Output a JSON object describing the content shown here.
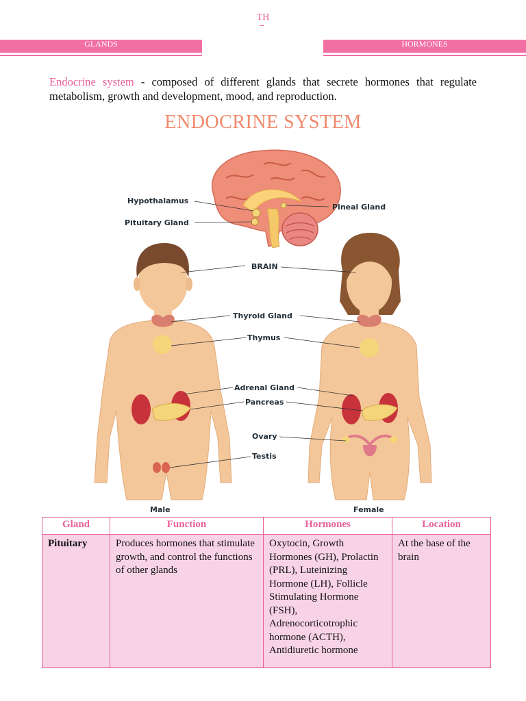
{
  "header": {
    "title_fragment": "TH",
    "left_tab": "GLANDS",
    "right_tab": "HORMONES"
  },
  "intro": {
    "term": "Endocrine system",
    "definition": " - composed of different glands that secrete hormones that regulate metabolism, growth and development, mood, and reproduction."
  },
  "heading": "ENDOCRINE SYSTEM",
  "diagram": {
    "labels": {
      "hypothalamus": "Hypothalamus",
      "pituitary": "Pituitary Gland",
      "pineal": "Pineal Gland",
      "brain": "BRAIN",
      "thyroid": "Thyroid Gland",
      "thymus": "Thymus",
      "adrenal": "Adrenal Gland",
      "pancreas": "Pancreas",
      "ovary": "Ovary",
      "testis": "Testis",
      "male": "Male",
      "female": "Female"
    },
    "colors": {
      "skin": "#f4c79a",
      "hair_male": "#7a4a2e",
      "hair_female": "#8a5632",
      "brain": "#ee8e79",
      "gland": "#f5d57a",
      "kidney": "#c8333b"
    }
  },
  "table": {
    "headers": [
      "Gland",
      "Function",
      "Hormones",
      "Location"
    ],
    "rows": [
      {
        "gland": "Pituitary",
        "function": "Produces hormones that stimulate growth, and control the functions of other glands",
        "hormones": "Oxytocin, Growth Hormones (GH), Prolactin (PRL), Luteinizing Hormone (LH), Follicle Stimulating Hormone (FSH), Adrenocorticotrophic hormone (ACTH), Antidiuretic hormone",
        "location": "At the base of the brain"
      }
    ]
  }
}
